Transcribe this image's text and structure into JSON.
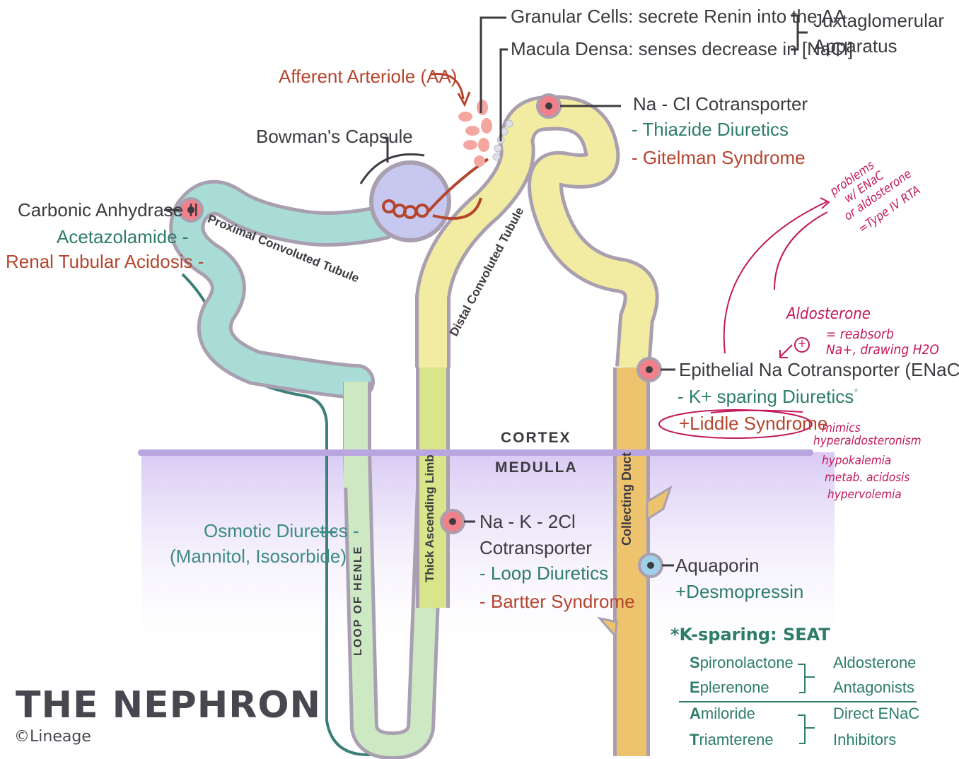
{
  "title": "THE NEPHRON",
  "copyright": "©Lineage",
  "regions": {
    "cortex": "CORTEX",
    "medulla": "MEDULLA"
  },
  "structures": {
    "pct": "Proximal Convoluted Tubule",
    "dct": "Distal Convoluted Tubule",
    "thick_ascending": "Thick Ascending Limb",
    "loop": "LOOP OF HENLE",
    "collecting_duct": "Collecting Duct",
    "bowman": "Bowman's Capsule",
    "afferent": "Afferent Arteriole (AA)"
  },
  "jga": {
    "granular": "Granular Cells: secrete Renin into the AA",
    "macula": "Macula Densa: senses decrease in [NaCl]",
    "label_line1": "Juxtaglomerular",
    "label_line2": "Apparatus"
  },
  "carbonic": {
    "name": "Carbonic Anhydrase II",
    "drug": "Acetazolamide -",
    "disease": "Renal Tubular Acidosis -"
  },
  "nacl": {
    "name": "Na - Cl Cotransporter",
    "drug": "- Thiazide Diuretics",
    "disease": "- Gitelman Syndrome"
  },
  "enac": {
    "name": "Epithelial Na Cotransporter (ENaC)",
    "drug": "- K+ sparing Diuretics",
    "asterisk": "*",
    "disease": "+Liddle Syndrome"
  },
  "nkcc": {
    "name_line1": "Na - K - 2Cl",
    "name_line2": "Cotransporter",
    "drug": "- Loop Diuretics",
    "disease": "- Bartter Syndrome"
  },
  "osmotic": {
    "line1": "Osmotic Diuretics -",
    "line2": "(Mannitol, Isosorbide)"
  },
  "aquaporin": {
    "name": "Aquaporin",
    "drug": "+Desmopressin"
  },
  "seat": {
    "title": "*K-sparing: SEAT",
    "rows": [
      {
        "initial": "S",
        "rest": "pironolactone"
      },
      {
        "initial": "E",
        "rest": "plerenone"
      },
      {
        "initial": "A",
        "rest": "miloride"
      },
      {
        "initial": "T",
        "rest": "riamterene"
      }
    ],
    "group1_line1": "Aldosterone",
    "group1_line2": "Antagonists",
    "group2_line1": "Direct ENaC",
    "group2_line2": "Inhibitors"
  },
  "notes": {
    "problems": [
      "problems",
      "w/ ENaC",
      "or aldosterone",
      "=Type IV RTA"
    ],
    "aldosterone": "Aldosterone",
    "plus": "+",
    "reabsorb_line1": "= reabsorb",
    "reabsorb_line2": "Na+, drawing H2O",
    "liddle": [
      "mimics",
      "hyperaldosteronism",
      "hypokalemia",
      "metab. acidosis",
      "hypervolemia"
    ]
  },
  "colors": {
    "pct": "#a9dcd6",
    "dct": "#f2eca2",
    "thick_ascending": "#d8e58a",
    "loop": "#cde9c4",
    "collecting": "#eec36d",
    "outline": "#a99fb0",
    "medulla_band": "#b9a6e0",
    "channel_red": "#f0818a",
    "channel_blue": "#9fd0ea",
    "annotation": "#c2185b"
  }
}
